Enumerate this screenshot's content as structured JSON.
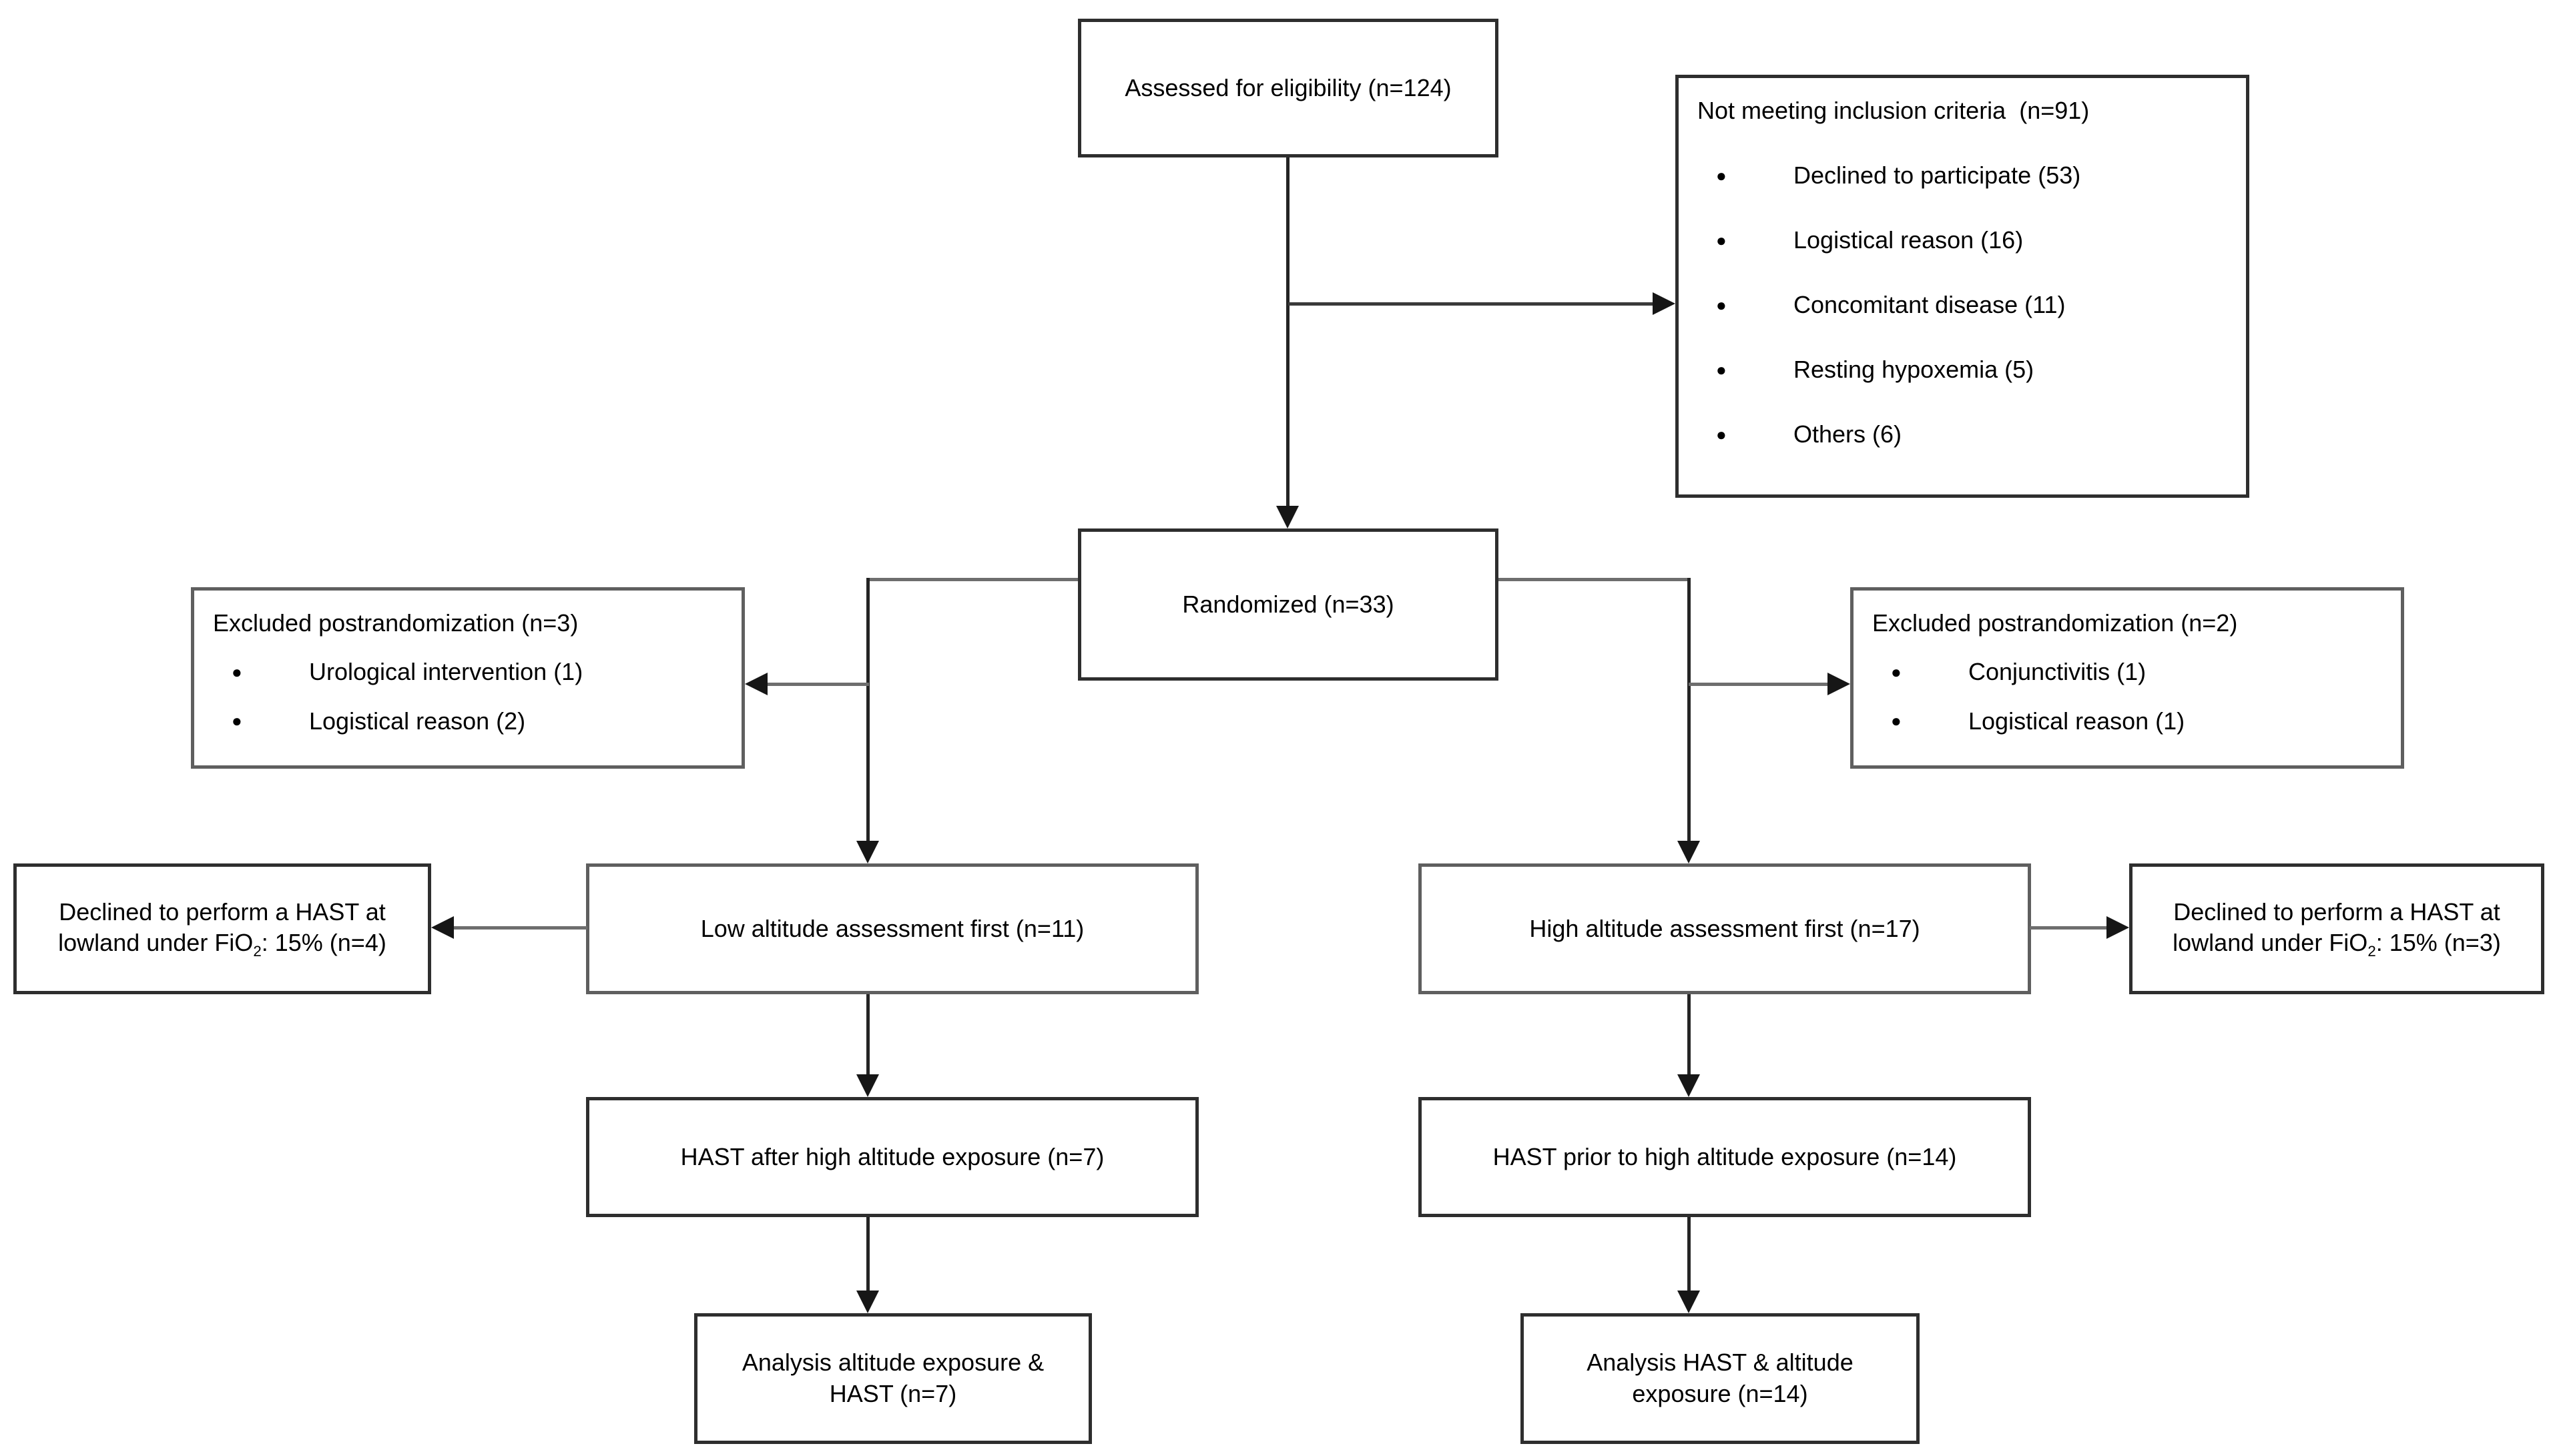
{
  "flow": {
    "colors": {
      "background": "#ffffff",
      "text": "#000000",
      "box_border_dark": "#2e2e2e",
      "box_border_gray": "#5f5f5f",
      "line_gray": "#6e6e6e",
      "line_dark": "#242424",
      "arrow": "#161616"
    },
    "bullet_glyph": "●",
    "boxes": {
      "assessed": {
        "label": "Assessed for eligibility (n=124)"
      },
      "not_meeting": {
        "title": "Not meeting inclusion criteria  (n=91)",
        "items": [
          "Declined to participate (53)",
          "Logistical reason (16)",
          "Concomitant disease (11)",
          "Resting hypoxemia (5)",
          "Others (6)"
        ]
      },
      "randomized": {
        "label": "Randomized (n=33)"
      },
      "excluded_left": {
        "title": "Excluded postrandomization (n=3)",
        "items": [
          "Urological intervention (1)",
          "Logistical reason (2)"
        ]
      },
      "excluded_right": {
        "title": "Excluded postrandomization (n=2)",
        "items": [
          "Conjunctivitis (1)",
          "Logistical reason (1)"
        ]
      },
      "low_first": {
        "label": "Low altitude assessment first (n=11)"
      },
      "high_first": {
        "label": "High altitude assessment first (n=17)"
      },
      "declined_left": {
        "text_main": "Declined to perform a HAST at lowland under FiO",
        "text_sub": "2",
        "text_tail": ": 15% (n=4)"
      },
      "declined_right": {
        "text_main": "Declined to perform a HAST at lowland under FiO",
        "text_sub": "2",
        "text_tail": ": 15% (n=3)"
      },
      "hast_after": {
        "label": "HAST after high altitude exposure (n=7)"
      },
      "hast_prior": {
        "label": "HAST prior to high altitude exposure (n=14)"
      },
      "analysis_left": {
        "label": "Analysis altitude exposure & HAST (n=7)"
      },
      "analysis_right": {
        "label": "Analysis HAST & altitude exposure (n=14)"
      }
    }
  }
}
